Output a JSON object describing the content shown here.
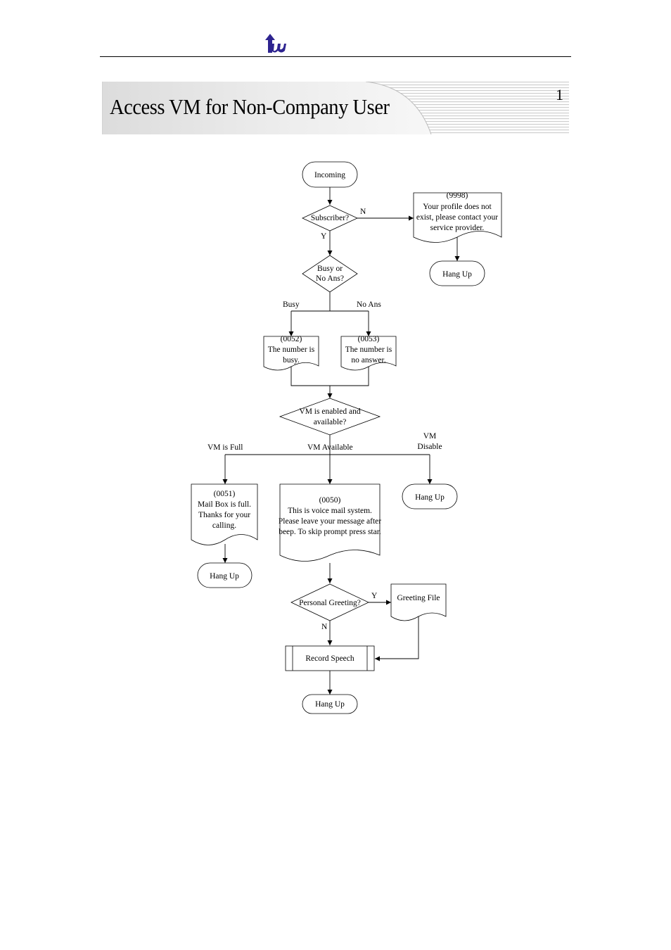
{
  "header": {
    "title": "Access VM for Non-Company User",
    "page_number": "1"
  },
  "flowchart": {
    "start": "Incoming",
    "subscriber_check": "Subscriber?",
    "subscriber_yes": "Y",
    "subscriber_no": "N",
    "prompt_9998": [
      "(9998)",
      "Your profile does not",
      "exist, please contact your",
      "service provider."
    ],
    "hangup_profile": "Hang Up",
    "busy_check": [
      "Busy or",
      "No Ans?"
    ],
    "branch_busy": "Busy",
    "branch_no_ans": "No Ans",
    "prompt_0052": [
      "(0052)",
      "The number is",
      "busy."
    ],
    "prompt_0053": [
      "(0053)",
      "The number is",
      "no answer."
    ],
    "vm_check": [
      "VM is enabled and",
      "available?"
    ],
    "branch_vm_full": "VM is Full",
    "branch_vm_available": "VM Available",
    "branch_vm_disable": [
      "VM",
      "Disable"
    ],
    "prompt_0051": [
      "(0051)",
      "Mail Box is full.",
      "Thanks for your",
      "calling."
    ],
    "hangup_full": "Hang Up",
    "prompt_0050": [
      "(0050)",
      "This is voice mail system.",
      "Please leave your message after",
      "beep. To skip prompt press star."
    ],
    "hangup_disable": "Hang Up",
    "greeting_check": "Personal Greeting?",
    "greeting_yes": "Y",
    "greeting_no": "N",
    "greeting_file": "Greeting File",
    "record_speech": "Record Speech",
    "hangup_end": "Hang Up"
  }
}
